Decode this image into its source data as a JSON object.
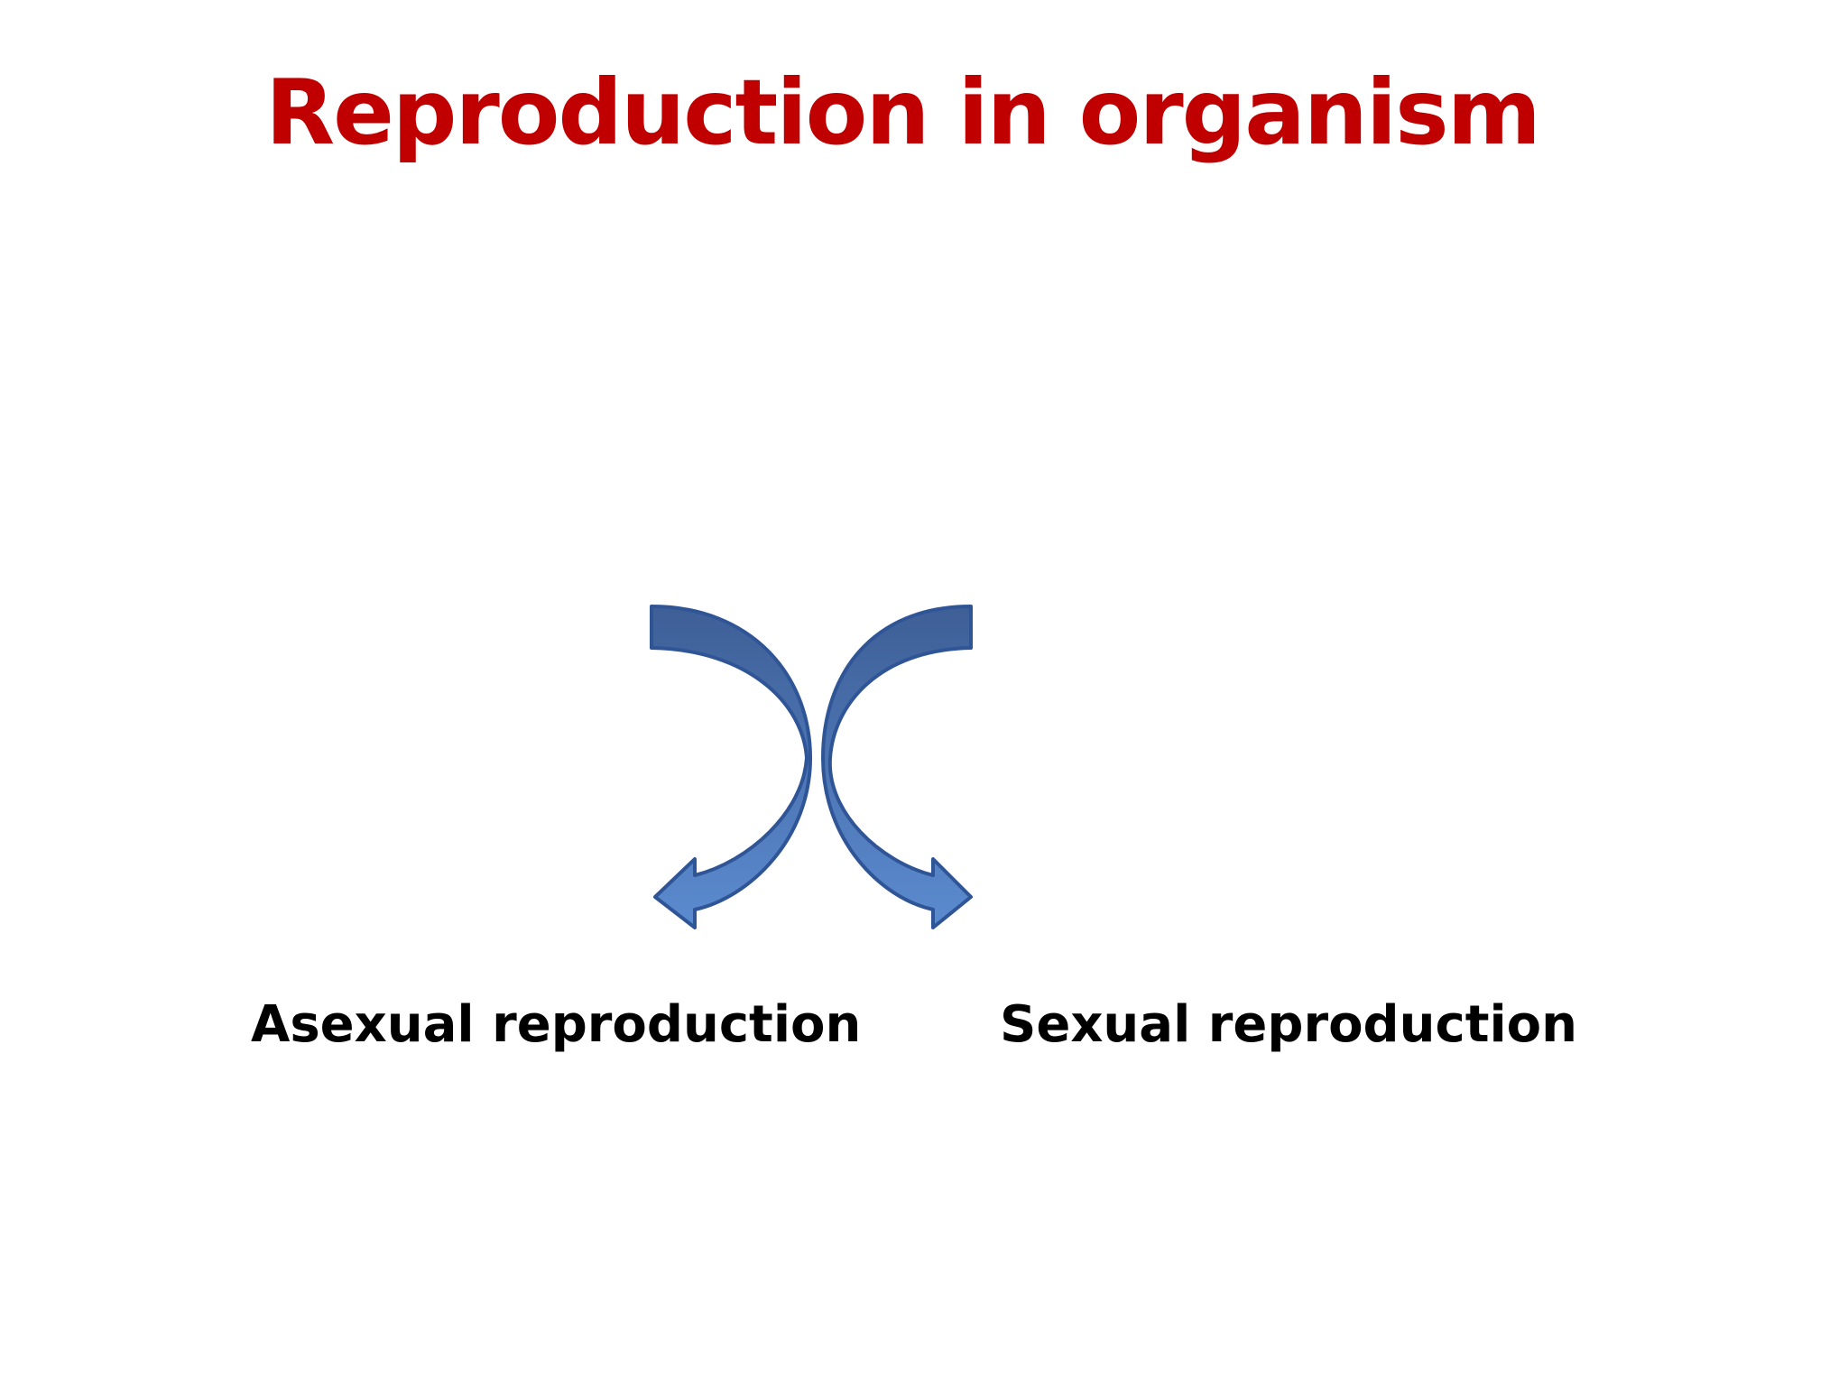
{
  "title": "Reproduction in organism",
  "branches": [
    {
      "label": "Asexual reproduction"
    },
    {
      "label": "Sexual reproduction"
    }
  ],
  "colors": {
    "title": "#C00000",
    "arrow_fill_top": "#3E5F96",
    "arrow_fill_bottom": "#5B8BD0",
    "arrow_stroke": "#2F5597",
    "label": "#000000"
  }
}
